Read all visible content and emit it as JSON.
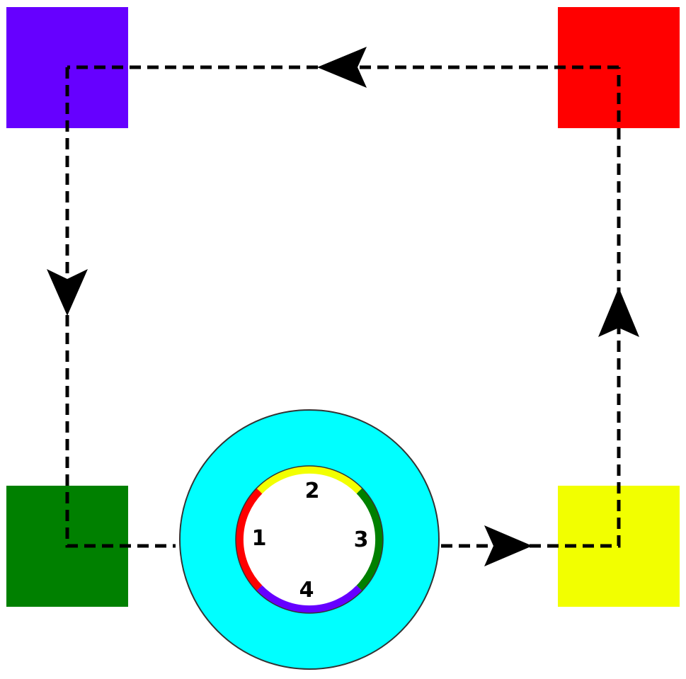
{
  "colors": {
    "background": "#ffffff",
    "purple": "#6600ff",
    "red": "#ff0000",
    "green": "#008000",
    "yellow": "#f2ff00",
    "cyan": "#00ffff",
    "path": "#000000"
  },
  "squares": [
    {
      "name": "purple-square",
      "color": "#6600ff"
    },
    {
      "name": "red-square",
      "color": "#ff0000"
    },
    {
      "name": "green-square",
      "color": "#008000"
    },
    {
      "name": "yellow-square",
      "color": "#f2ff00"
    }
  ],
  "ring": {
    "fill": "#00ffff",
    "segments": [
      {
        "label": "1",
        "color": "#ff0000"
      },
      {
        "label": "2",
        "color": "#f2ff00"
      },
      {
        "label": "3",
        "color": "#008000"
      },
      {
        "label": "4",
        "color": "#6600ff"
      }
    ]
  },
  "path": {
    "style": "dashed",
    "arrow_directions": [
      "left",
      "down",
      "right",
      "up"
    ]
  }
}
